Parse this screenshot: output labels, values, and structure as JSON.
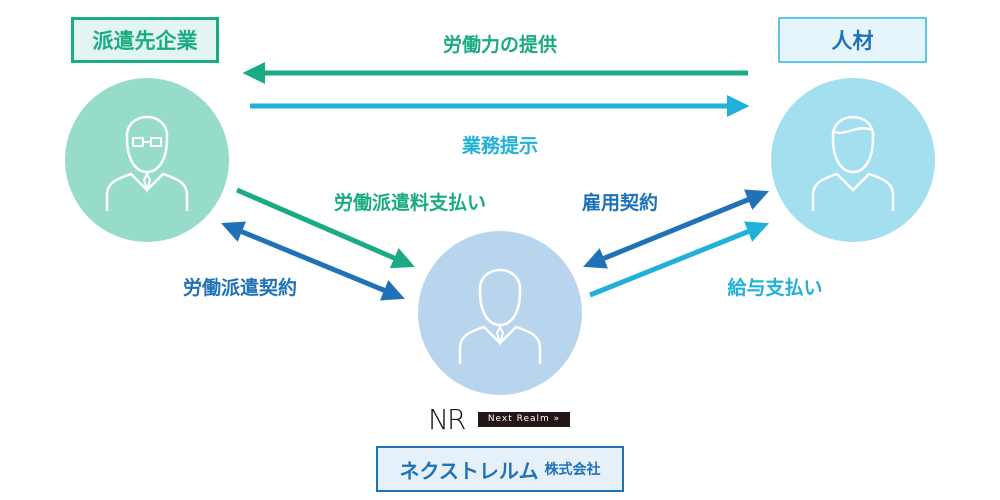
{
  "client_company": "派遣先企業",
  "talent": "人材",
  "company_name": "ネクストレルム",
  "company_suffix": "株式会社",
  "logo_text": "Next Realm",
  "logo_mark": "NR",
  "flows": {
    "labor_provision": "労働力の提供",
    "task_instruction": "業務提示",
    "dispatch_fee": "労働派遣料支払い",
    "employment_contract": "雇用契約",
    "dispatch_contract": "労働派遣契約",
    "salary": "給与支払い"
  },
  "colors": {
    "green": "#1aab85",
    "light_blue": "#1fb1d8",
    "dark_blue": "#1f72b8"
  }
}
